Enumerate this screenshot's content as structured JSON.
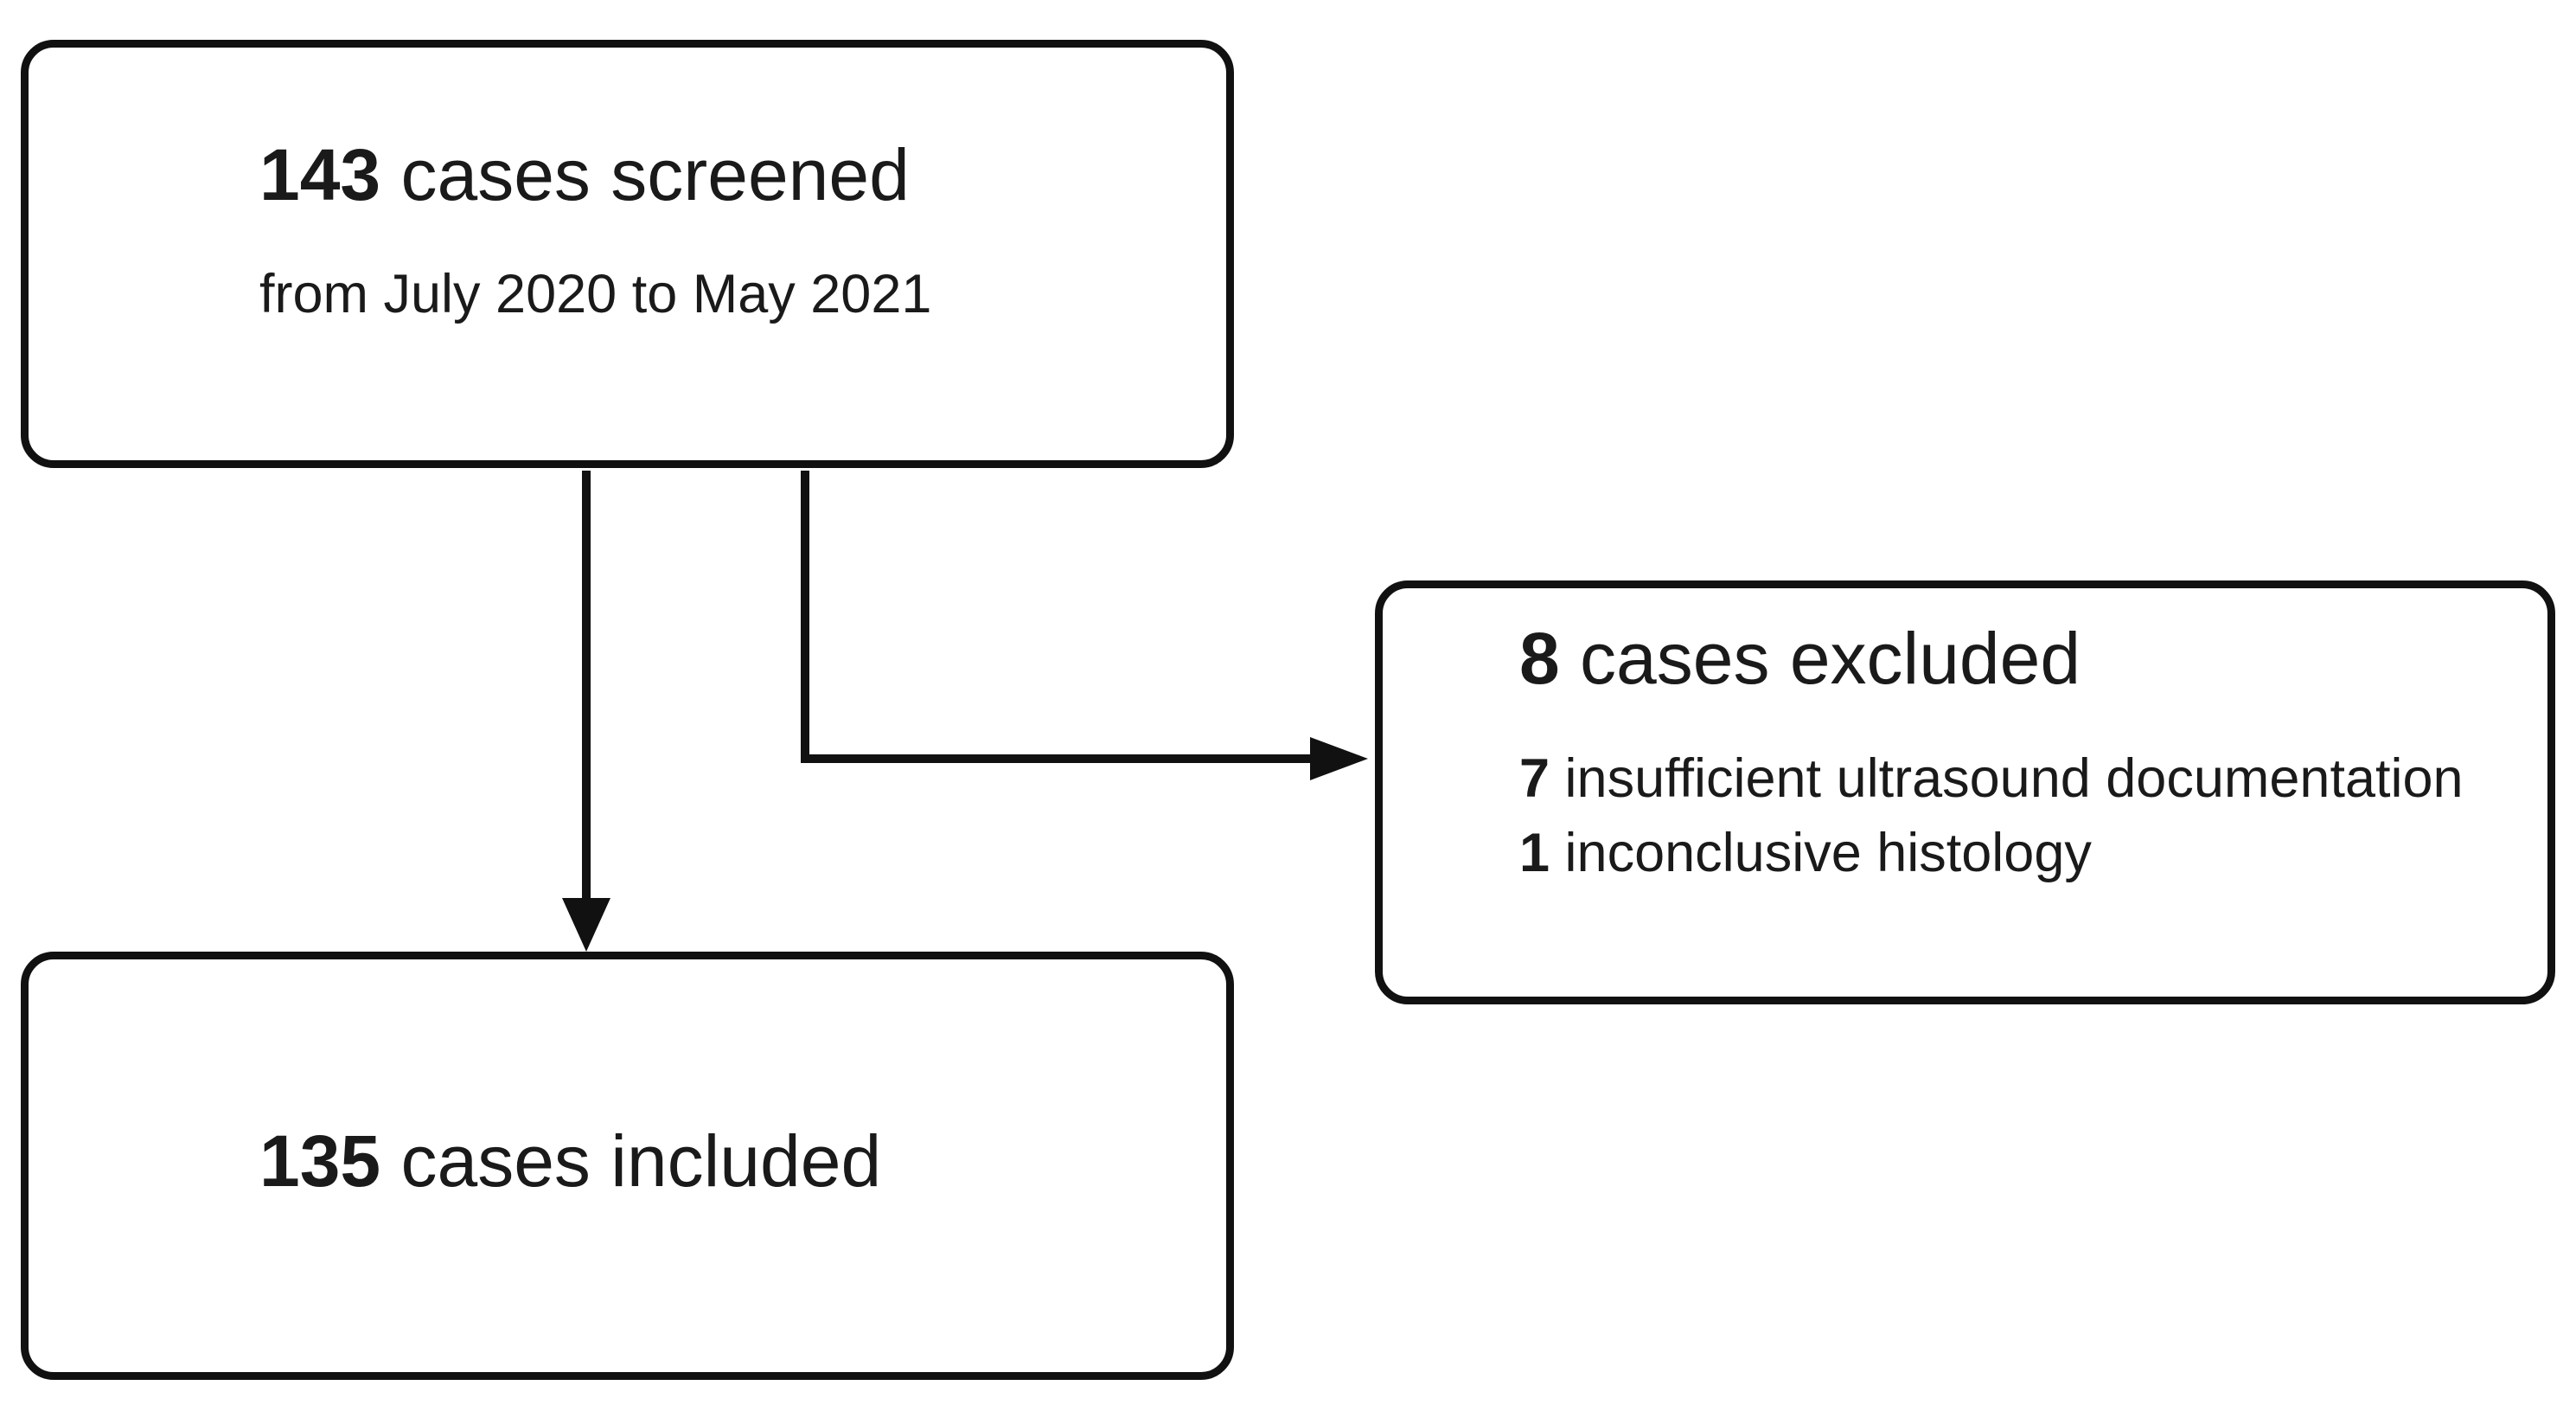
{
  "flow": {
    "screened": {
      "count": "143",
      "label": " cases screened",
      "period": "from July 2020 to May 2021"
    },
    "excluded": {
      "count": "8",
      "label": " cases excluded",
      "reasons": [
        {
          "count": "7",
          "label": " insufficient ultrasound documentation"
        },
        {
          "count": "1",
          "label": " inconclusive histology"
        }
      ]
    },
    "included": {
      "count": "135",
      "label": " cases included"
    }
  }
}
